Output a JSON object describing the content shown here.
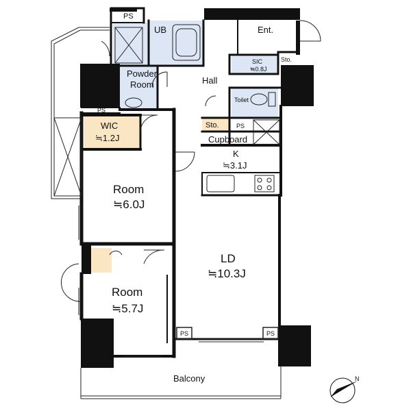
{
  "rooms": {
    "ps_top": "PS",
    "ub": "UB",
    "ent": "Ent.",
    "powder_1": "Powder",
    "powder_2": "Room",
    "hall": "Hall",
    "sic_1": "SIC",
    "sic_2": "≒0.8J",
    "sto_ent": "Sto.",
    "toilet": "Toilet",
    "sto_mid": "Sto.",
    "ps_mid": "PS",
    "ps_left": "PS",
    "cupboard": "Cupboard",
    "wic_1": "WIC",
    "wic_2": "≒1.2J",
    "k_1": "K",
    "k_2": "≒3.1J",
    "room1_1": "Room",
    "room1_2": "≒6.0J",
    "ld_1": "LD",
    "ld_2": "≒10.3J",
    "room2_1": "Room",
    "room2_2": "≒5.7J",
    "ps_bl": "PS",
    "ps_br": "PS",
    "balcony": "Balcony"
  },
  "compass": {
    "north_label": "N"
  },
  "colors": {
    "wall": "#111111",
    "wet_area": "#dde6f4",
    "storage": "#fbe6c4",
    "line": "#222222"
  }
}
